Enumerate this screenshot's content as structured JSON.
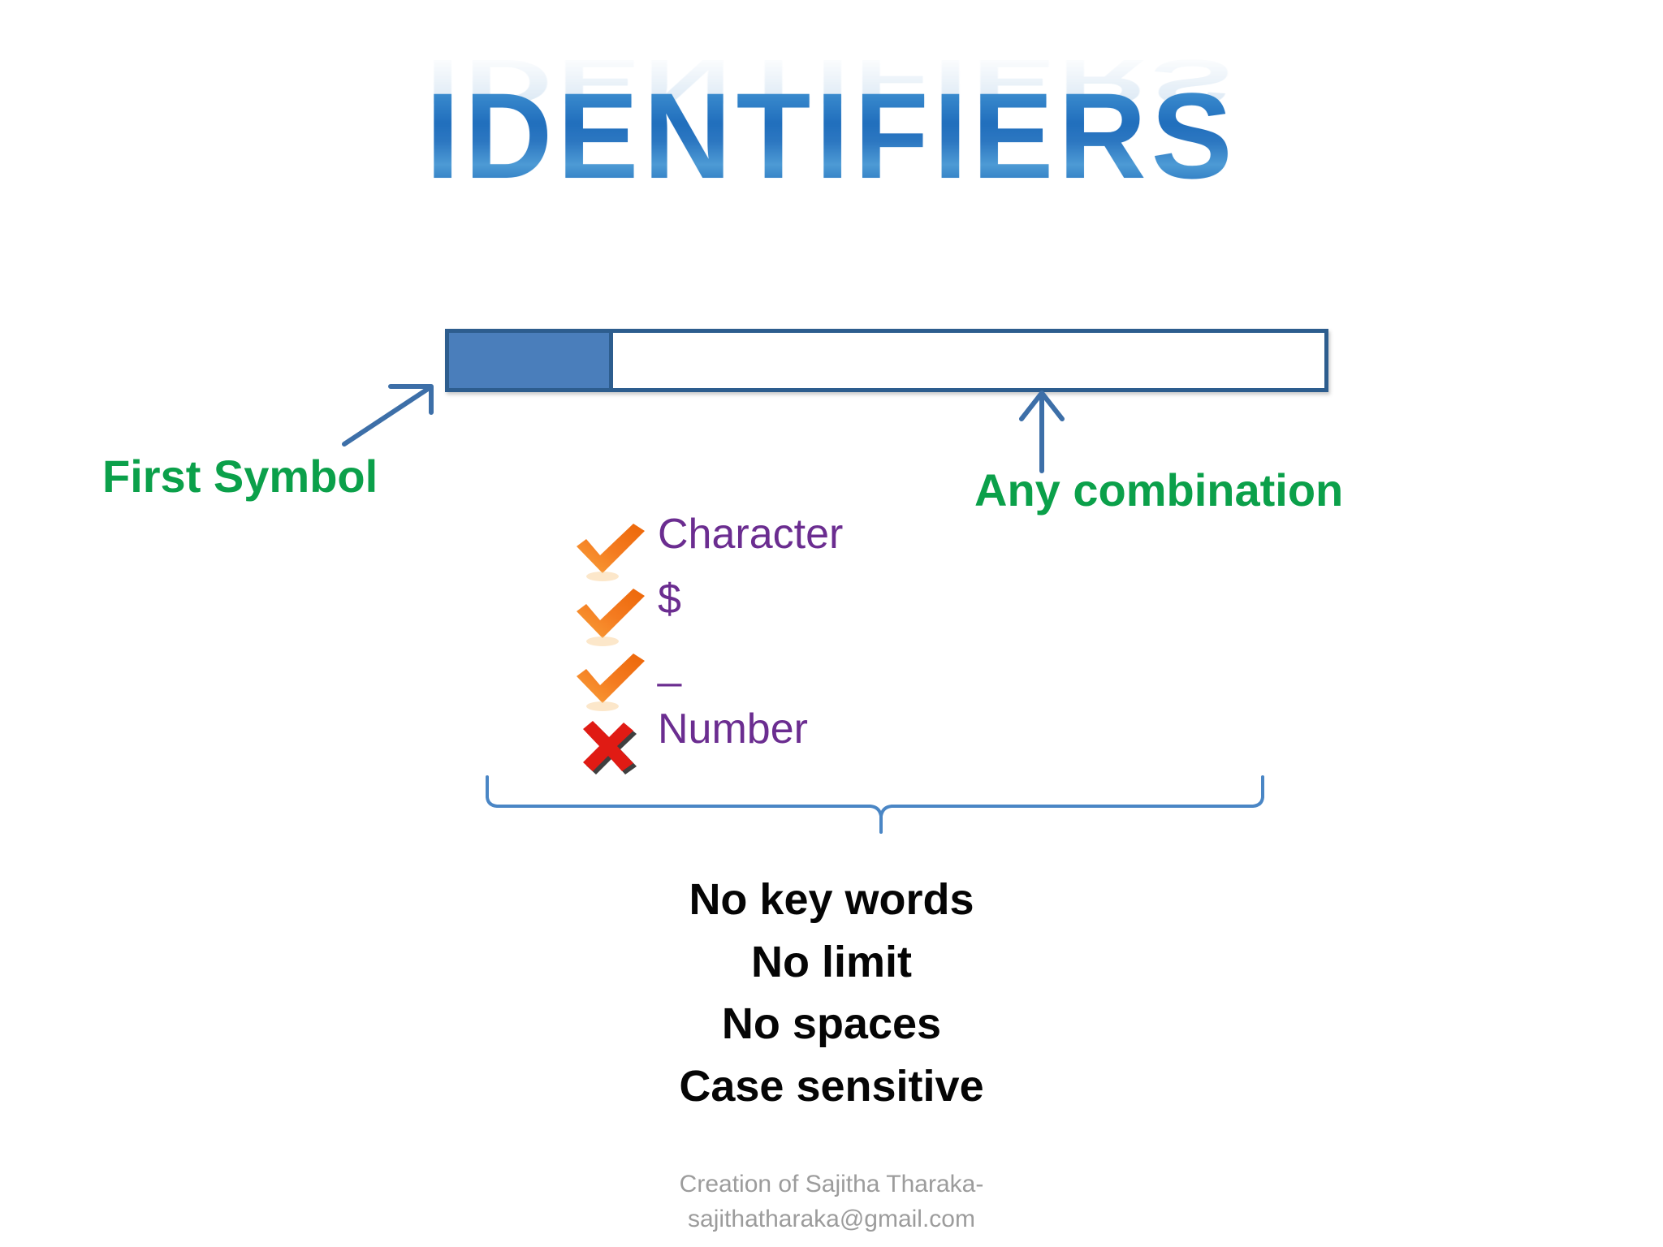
{
  "slide": {
    "title": "IDENTIFIERS",
    "background_color": "#ffffff"
  },
  "diagram": {
    "bar": {
      "first_segment_label": "first-symbol-segment",
      "rest_segment_label": "any-combination-segment",
      "fill_color": "#4a7ebb",
      "border_color": "#2d5d8e",
      "empty_color": "#ffffff"
    },
    "callouts": [
      {
        "name": "first-symbol",
        "text": "First Symbol",
        "color": "#0ba04a"
      },
      {
        "name": "any-combination",
        "text": "Any combination",
        "color": "#0ba04a"
      }
    ],
    "connector_color": "#3d6fa8"
  },
  "rules_list": {
    "text_color": "#6b2d90",
    "allow_color": "#f47b20",
    "deny_color": "#e01b14",
    "items": [
      {
        "mark": "check-mark-icon",
        "allowed": true,
        "label": "Character"
      },
      {
        "mark": "check-mark-icon",
        "allowed": true,
        "label": "$"
      },
      {
        "mark": "check-mark-icon",
        "allowed": true,
        "label": "_"
      },
      {
        "mark": "cross-mark-icon",
        "allowed": false,
        "label": "Number"
      }
    ]
  },
  "statements": {
    "lines": [
      "No key words",
      "No limit",
      "No spaces",
      "Case sensitive"
    ]
  },
  "footer": {
    "line1": "Creation of Sajitha Tharaka-",
    "line2": "sajithatharaka@gmail.com"
  }
}
